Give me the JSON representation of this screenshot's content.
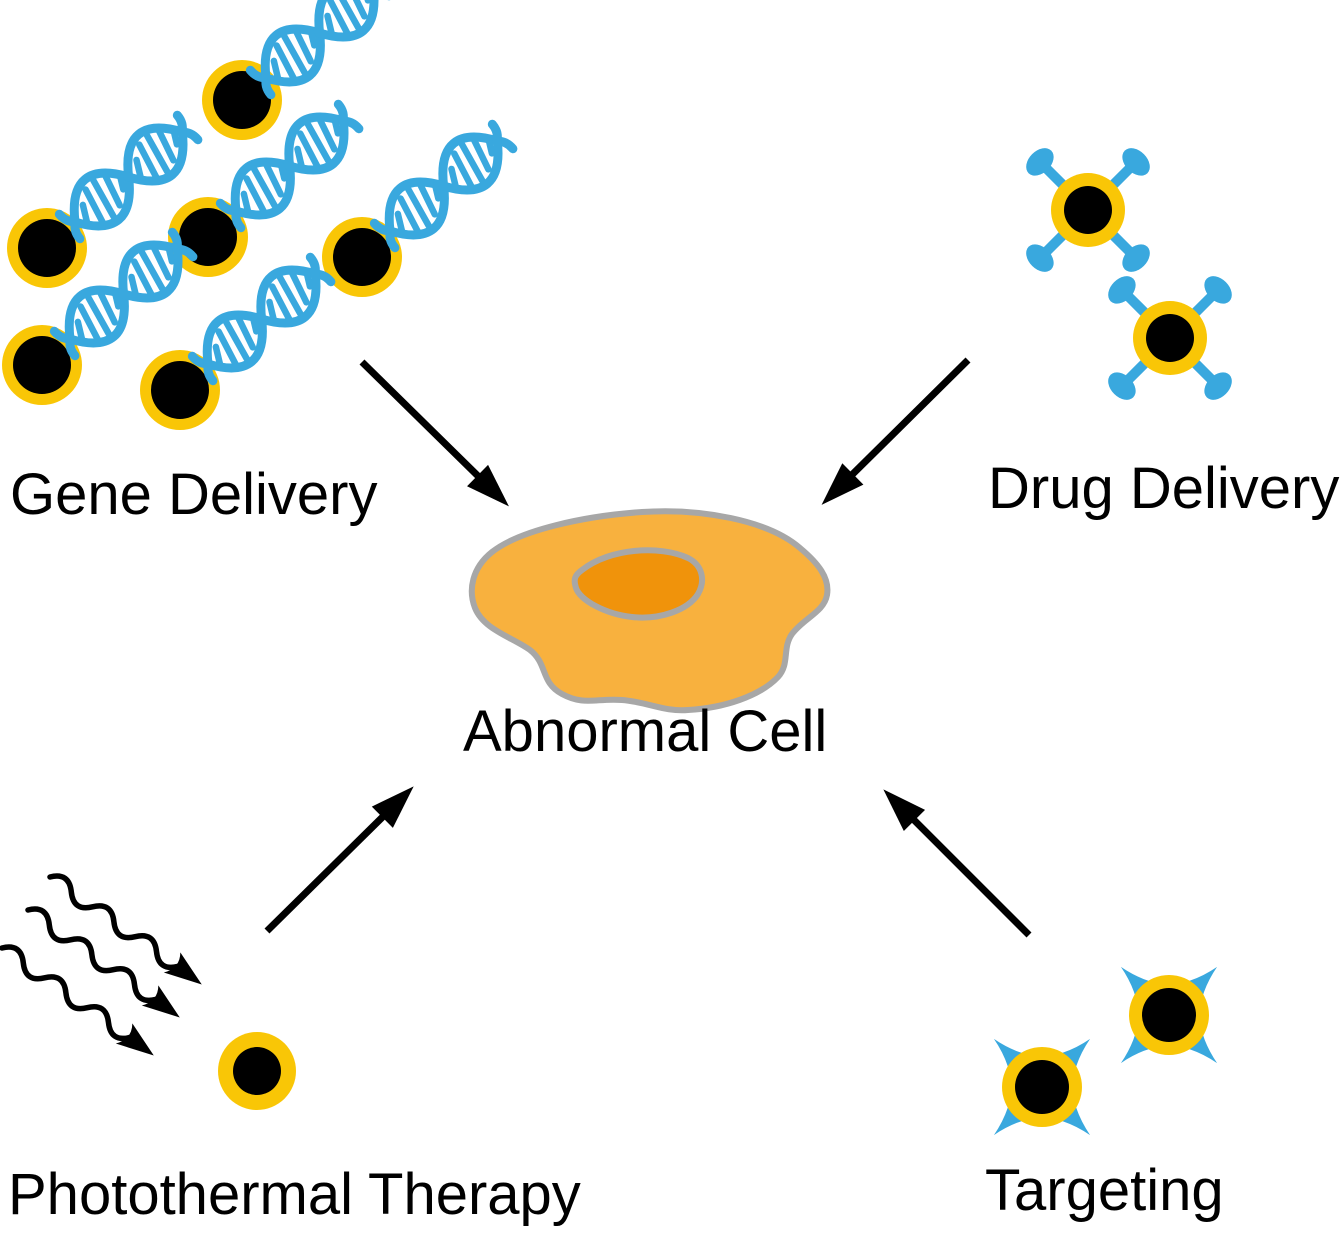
{
  "groups": {
    "gene_delivery": {
      "label": "Gene Delivery",
      "icon": "gold-nanoparticle-with-dna-strand",
      "nanoparticle_count": 6
    },
    "drug_delivery": {
      "label": "Drug Delivery",
      "icon": "gold-nanoparticle-with-drug-ligands",
      "nanoparticle_count": 2
    },
    "photothermal_therapy": {
      "label": "Photothermal Therapy",
      "icon": "light-waves-hitting-gold-nanoparticle",
      "nanoparticle_count": 1,
      "wave_arrow_count": 3
    },
    "targeting": {
      "label": "Targeting",
      "icon": "gold-nanoparticle-with-targeting-ligands",
      "nanoparticle_count": 2
    },
    "center": {
      "label": "Abnormal Cell",
      "icon": "abnormal-cell"
    }
  },
  "arrows": [
    {
      "from": "gene_delivery",
      "to": "center",
      "direction": "down-right"
    },
    {
      "from": "drug_delivery",
      "to": "center",
      "direction": "down-left"
    },
    {
      "from": "photothermal_therapy",
      "to": "center",
      "direction": "up-right"
    },
    {
      "from": "targeting",
      "to": "center",
      "direction": "up-left"
    }
  ],
  "palette": {
    "nanoparticle_gold": "#F9C606",
    "nanoparticle_core": "#000000",
    "ligand_blue": "#39A8DE",
    "cell_body": "#F8B13E",
    "cell_nucleus": "#F0930B",
    "cell_outline": "#A7A7A7",
    "arrow_black": "#000000",
    "background": "#FFFFFF",
    "label_text": "#000000"
  }
}
